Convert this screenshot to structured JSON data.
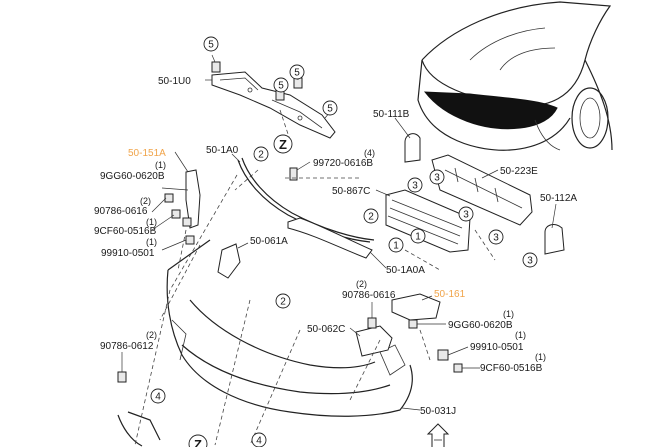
{
  "accent_highlight": "#f0a44a",
  "part_labels": {
    "p_50_1U0": "50-1U0",
    "p_50_151A": "50-151A",
    "p_50_1A0": "50-1A0",
    "p_99720_0616B": "99720-0616B",
    "p_50_111B": "50-111B",
    "p_50_223E": "50-223E",
    "p_50_867C": "50-867C",
    "p_50_112A": "50-112A",
    "p_9GG60_0620B_left": "9GG60-0620B",
    "p_90786_0616_left": "90786-0616",
    "p_9CF60_0516B_left": "9CF60-0516B",
    "p_99910_0501_left": "99910-0501",
    "p_50_061A": "50-061A",
    "p_50_1A0A": "50-1A0A",
    "p_90786_0616_mid": "90786-0616",
    "p_50_161": "50-161",
    "p_50_062C": "50-062C",
    "p_9GG60_0620B_right": "9GG60-0620B",
    "p_99910_0501_right": "99910-0501",
    "p_9CF60_0516B_right": "9CF60-0516B",
    "p_90786_0612": "90786-0612",
    "p_50_031J": "50-031J"
  },
  "quantities": {
    "q_99720": "(4)",
    "q_9GG60_left": "(1)",
    "q_90786_left": "(2)",
    "q_9CF60_left": "(1)",
    "q_99910_left": "(1)",
    "q_90786_mid": "(2)",
    "q_9GG60_right": "(1)",
    "q_99910_right": "(1)",
    "q_9CF60_right": "(1)",
    "q_90786_0612": "(2)"
  },
  "callouts": {
    "c5a": "5",
    "c5b": "5",
    "c5c": "5",
    "c5d": "5",
    "c2a": "2",
    "c2b": "2",
    "c2c": "2",
    "c1a": "1",
    "c1b": "1",
    "c3a": "3",
    "c3b": "3",
    "c3c": "3",
    "c3d": "3",
    "c3e": "3",
    "c4a": "4",
    "c4b": "4",
    "z_top": "Z",
    "z_bottom": "Z"
  }
}
